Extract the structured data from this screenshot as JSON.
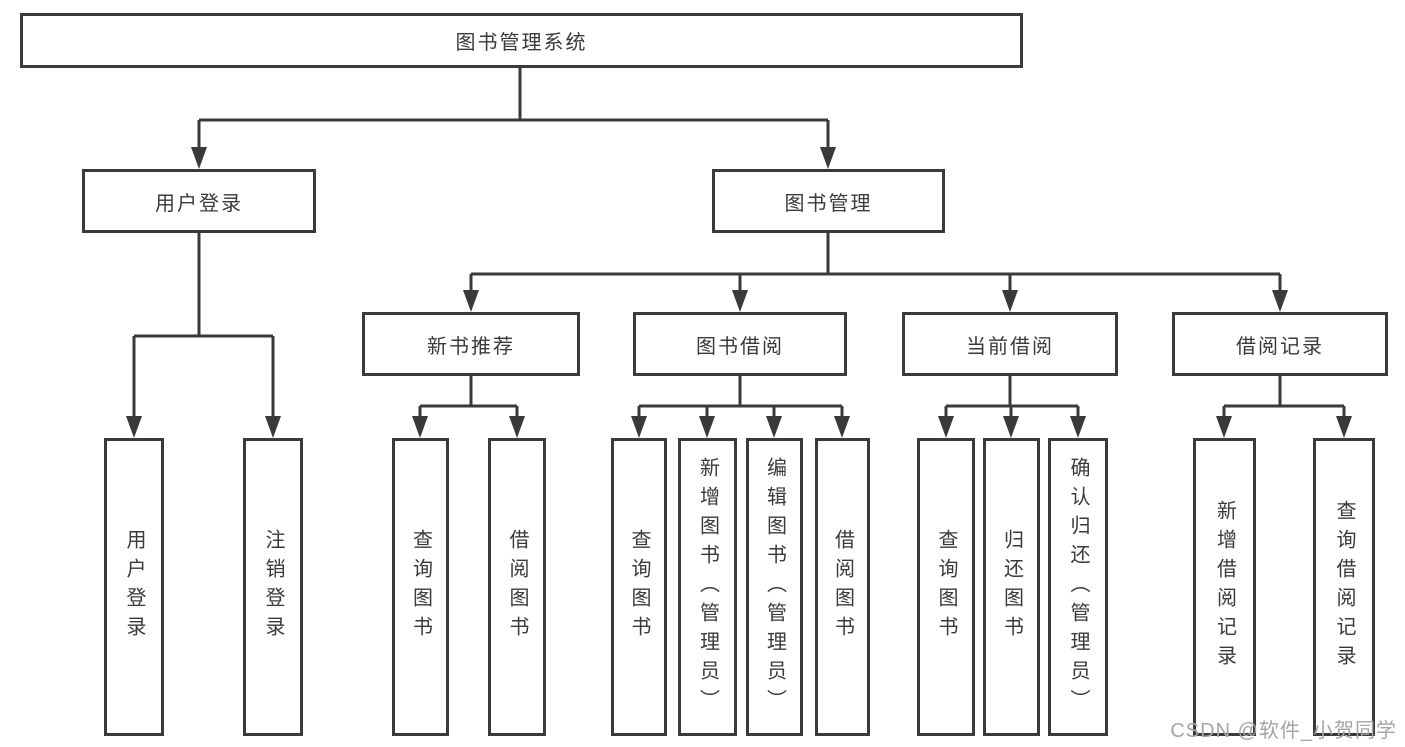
{
  "diagram": {
    "type": "hierarchy-tree",
    "colors": {
      "line": "#3a3a3a",
      "box_border": "#3a3a3a",
      "text": "#3a3a3a",
      "background": "#ffffff",
      "watermark": "#a9a2a2"
    },
    "tree": {
      "label": "图书管理系统",
      "children": [
        {
          "label": "用户登录",
          "children": [
            {
              "label": "用户登录"
            },
            {
              "label": "注销登录"
            }
          ]
        },
        {
          "label": "图书管理",
          "children": [
            {
              "label": "新书推荐",
              "children": [
                {
                  "label": "查询图书"
                },
                {
                  "label": "借阅图书"
                }
              ]
            },
            {
              "label": "图书借阅",
              "children": [
                {
                  "label": "查询图书"
                },
                {
                  "label": "新增图书（管理员）"
                },
                {
                  "label": "编辑图书（管理员）"
                },
                {
                  "label": "借阅图书"
                }
              ]
            },
            {
              "label": "当前借阅",
              "children": [
                {
                  "label": "查询图书"
                },
                {
                  "label": "归还图书"
                },
                {
                  "label": "确认归还（管理员）"
                }
              ]
            },
            {
              "label": "借阅记录",
              "children": [
                {
                  "label": "新增借阅记录"
                },
                {
                  "label": "查询借阅记录"
                }
              ]
            }
          ]
        }
      ]
    }
  },
  "watermark": {
    "text": "CSDN @软件_小贺同学"
  }
}
